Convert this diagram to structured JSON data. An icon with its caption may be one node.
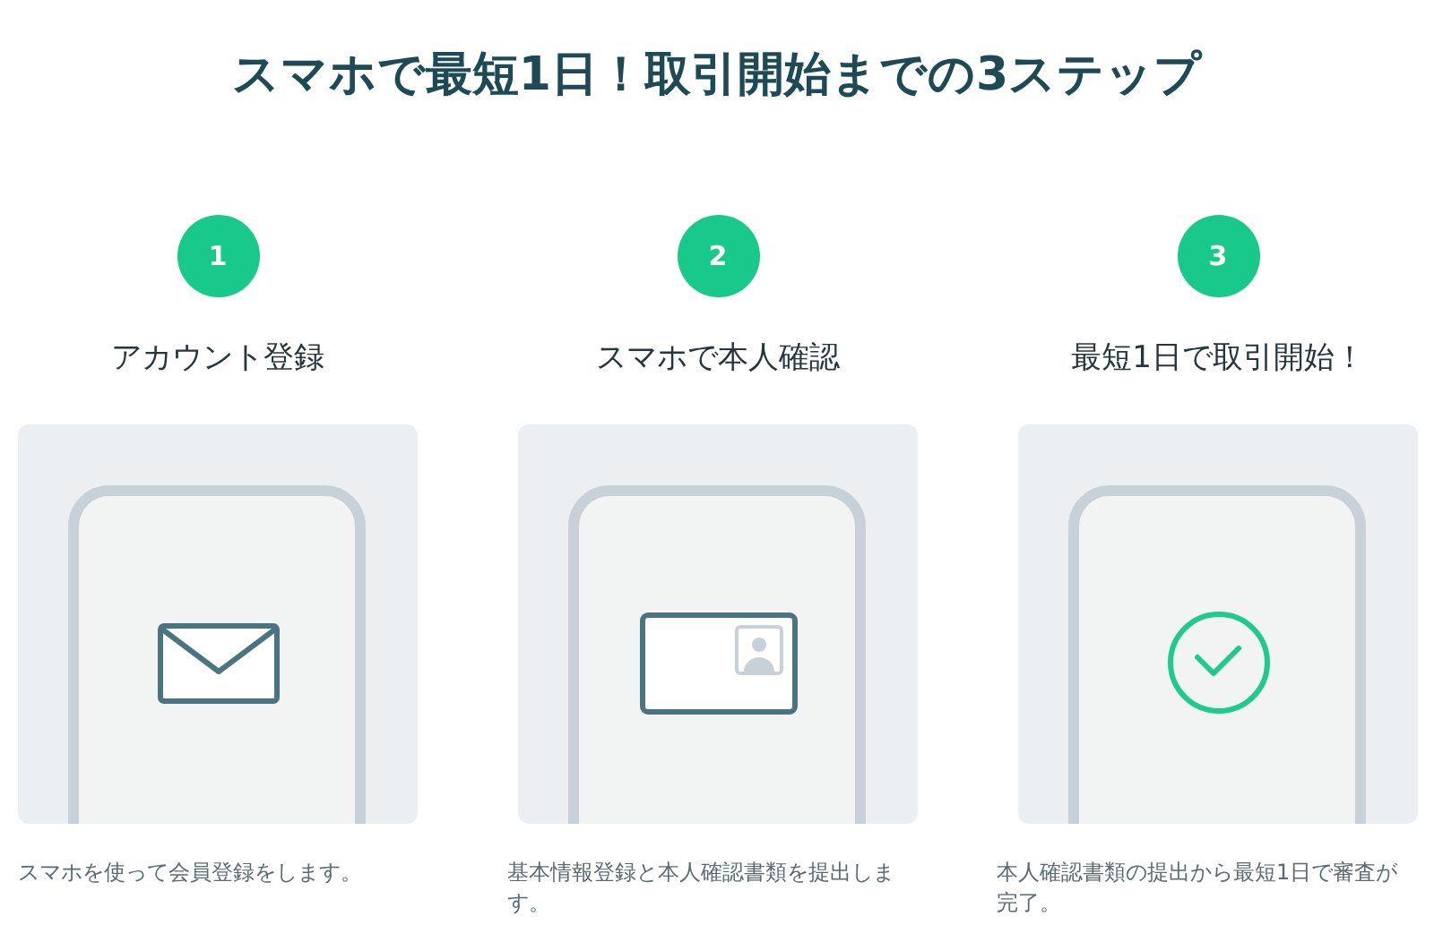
{
  "diagram": {
    "title": "スマホで最短1日！取引開始までの3ステップ",
    "nodes": [
      {
        "text": [
          "1"
        ],
        "beside": [
          "アカウント登録"
        ]
      },
      {
        "text": [
          "2"
        ],
        "beside": [
          "スマホで本人確認"
        ]
      },
      {
        "text": [
          "3"
        ],
        "beside": [
          "最短1日で取引開始！"
        ]
      }
    ],
    "labels": [
      "スマホを使って会員登録をします。",
      "基本情報登録と本人確認書類を提出します。",
      "本人確認書類の提出から最短1日で審査が完了。"
    ]
  }
}
